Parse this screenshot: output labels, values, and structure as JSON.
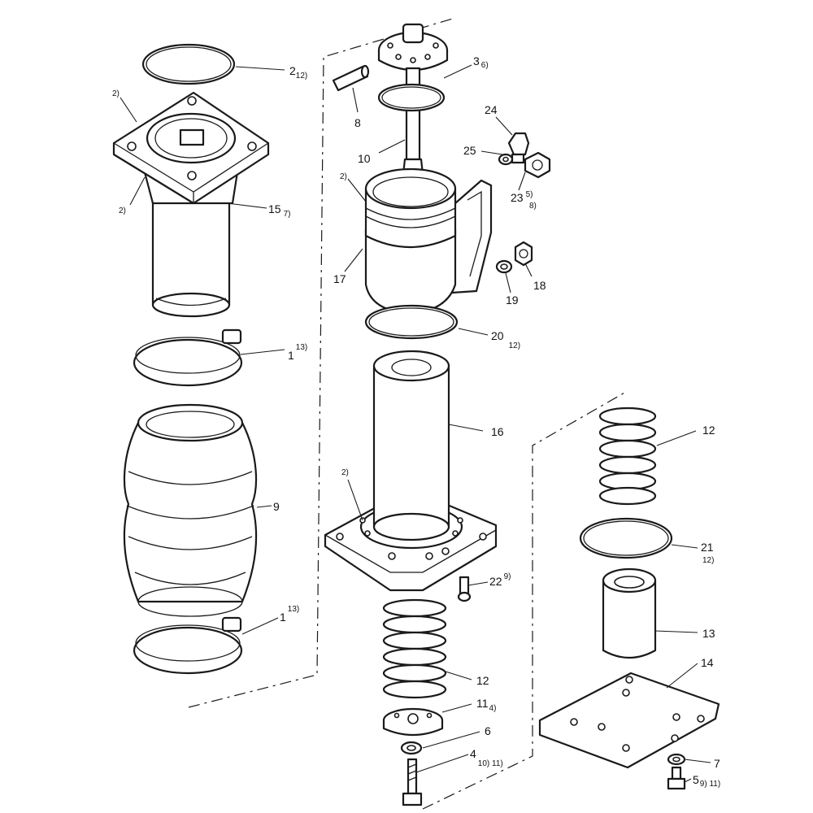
{
  "callouts": [
    {
      "num": "2",
      "note": "12)"
    },
    {
      "num": "",
      "note": "2)"
    },
    {
      "num": "",
      "note": "2)"
    },
    {
      "num": "15",
      "note": "7)"
    },
    {
      "num": "1",
      "note": "13)"
    },
    {
      "num": "9",
      "note": ""
    },
    {
      "num": "1",
      "note": "13)"
    },
    {
      "num": "3",
      "note": "6)"
    },
    {
      "num": "8",
      "note": ""
    },
    {
      "num": "10",
      "note": ""
    },
    {
      "num": "",
      "note": "2)"
    },
    {
      "num": "17",
      "note": ""
    },
    {
      "num": "24",
      "note": ""
    },
    {
      "num": "25",
      "note": ""
    },
    {
      "num": "23",
      "note": "5)"
    },
    {
      "num": "",
      "note": "8)"
    },
    {
      "num": "18",
      "note": ""
    },
    {
      "num": "19",
      "note": ""
    },
    {
      "num": "20",
      "note": "12)"
    },
    {
      "num": "16",
      "note": ""
    },
    {
      "num": "",
      "note": "2)"
    },
    {
      "num": "22",
      "note": "9)"
    },
    {
      "num": "12",
      "note": ""
    },
    {
      "num": "11",
      "note": "4)"
    },
    {
      "num": "6",
      "note": ""
    },
    {
      "num": "4",
      "note": "10) 11)"
    },
    {
      "num": "12",
      "note": ""
    },
    {
      "num": "21",
      "note": "12)"
    },
    {
      "num": "13",
      "note": ""
    },
    {
      "num": "14",
      "note": ""
    },
    {
      "num": "7",
      "note": ""
    },
    {
      "num": "5",
      "note": "9) 11)"
    }
  ]
}
